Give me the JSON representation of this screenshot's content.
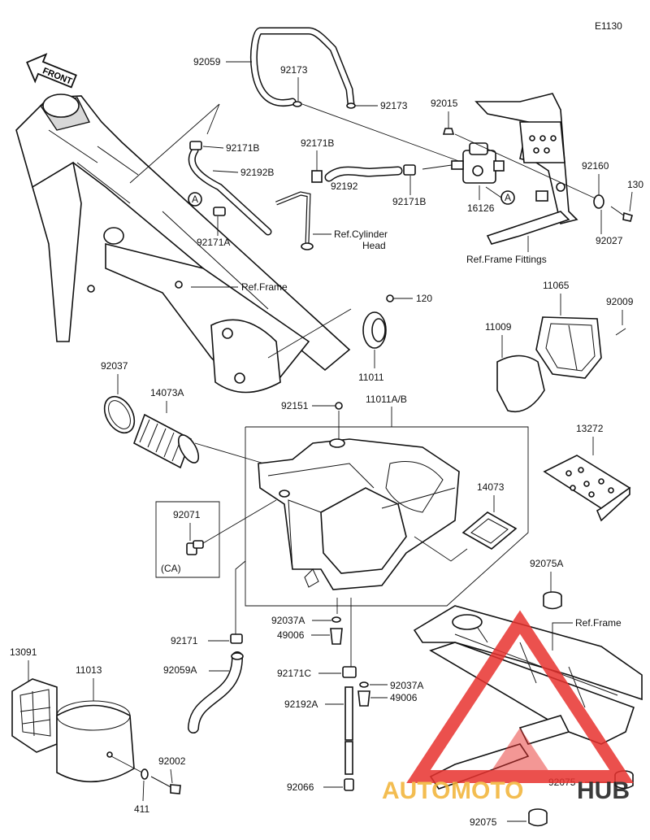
{
  "diagram_code": "E1130",
  "front_label": "FRONT",
  "watermark": {
    "text_a": "AUTO",
    "text_b": "MOTO",
    "text_c": "HUB",
    "color_a": "#f2b233",
    "color_b": "#1a1a1a",
    "mark_color": "#e8322f"
  },
  "labels": {
    "p92059": "92059",
    "p92173_a": "92173",
    "p92173_b": "92173",
    "p92015": "92015",
    "p92171B_a": "92171B",
    "p92192B": "92192B",
    "p92171B_b": "92171B",
    "p92192": "92192",
    "p92171B_c": "92171B",
    "p16126": "16126",
    "p92160": "92160",
    "p130": "130",
    "p92027": "92027",
    "p92171A": "92171A",
    "ref_cyl_1": "Ref.Cylinder",
    "ref_cyl_2": "Head",
    "ref_frame_fittings": "Ref.Frame Fittings",
    "ref_frame": "Ref.Frame",
    "p120": "120",
    "p11065": "11065",
    "p92009": "92009",
    "p11011": "11011",
    "p11009": "11009",
    "p92037": "92037",
    "p14073A": "14073A",
    "p92151": "92151",
    "p11011AB": "11011A/B",
    "p13272": "13272",
    "p14073": "14073",
    "p92071": "92071",
    "ca": "(CA)",
    "p92075A": "92075A",
    "ref_frame_2": "Ref.Frame",
    "p92037A_a": "92037A",
    "p49006_a": "49006",
    "p92171": "92171",
    "p13091": "13091",
    "p11013": "11013",
    "p92059A": "92059A",
    "p92171C": "92171C",
    "p92037A_b": "92037A",
    "p49006_b": "49006",
    "p92192A": "92192A",
    "p92002": "92002",
    "p411": "411",
    "p92066": "92066",
    "p92075_a": "92075",
    "p92075_b": "92075",
    "circle_a1": "A",
    "circle_a2": "A"
  }
}
